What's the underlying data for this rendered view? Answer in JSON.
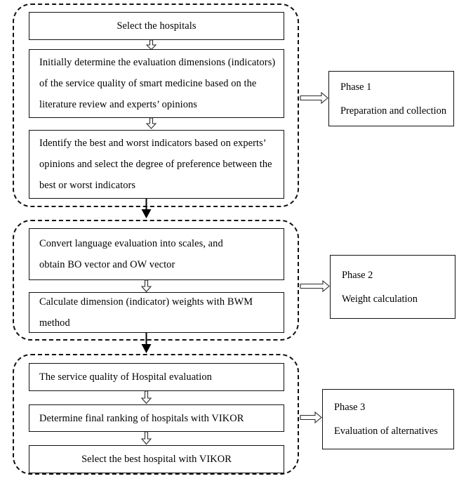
{
  "diagram": {
    "title": "Research framework flowchart",
    "colors": {
      "stroke": "#111111",
      "background": "#ffffff",
      "arrow_fill": "#000000"
    },
    "phases": [
      {
        "id": "phase-1",
        "label_title": "Phase 1",
        "label_subtitle": "Preparation and collection",
        "steps": [
          {
            "id": "select-hospitals",
            "align": "center",
            "lines": [
              "Select the hospitals"
            ]
          },
          {
            "id": "determine-dimensions",
            "align": "left",
            "lines": [
              "Initially determine the evaluation dimensions (indicators)",
              "of the service quality of smart medicine based on the",
              "literature review and experts’ opinions"
            ]
          },
          {
            "id": "identify-best-worst",
            "align": "left",
            "lines": [
              "Identify the best and worst indicators based on experts’",
              "opinions and select the degree of preference between the",
              "best or worst indicators"
            ]
          }
        ]
      },
      {
        "id": "phase-2",
        "label_title": "Phase 2",
        "label_subtitle": "Weight calculation",
        "steps": [
          {
            "id": "convert-language-evaluation",
            "align": "left",
            "lines": [
              "Convert language evaluation into scales, and",
              "obtain BO vector and OW vector"
            ]
          },
          {
            "id": "calculate-weights-bwm",
            "align": "left",
            "lines": [
              "Calculate dimension (indicator) weights with BWM",
              "method"
            ]
          }
        ]
      },
      {
        "id": "phase-3",
        "label_title": "Phase 3",
        "label_subtitle": "Evaluation of alternatives",
        "steps": [
          {
            "id": "service-quality-evaluation",
            "align": "left",
            "lines": [
              "The service quality of Hospital evaluation"
            ]
          },
          {
            "id": "final-ranking-vikor",
            "align": "left",
            "lines": [
              "Determine final ranking of hospitals with VIKOR"
            ]
          },
          {
            "id": "select-best-hospital-vikor",
            "align": "center",
            "lines": [
              "Select the best hospital with VIKOR"
            ]
          }
        ]
      }
    ]
  }
}
